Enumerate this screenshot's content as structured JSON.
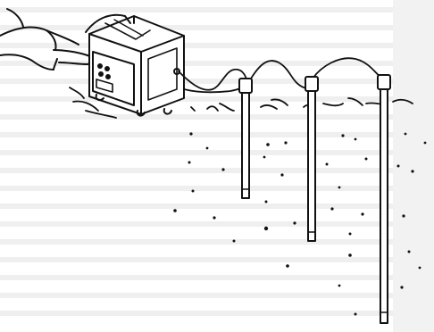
{
  "scene": {
    "subject": "soil-moisture-meter-with-probes",
    "colors": {
      "background": "#ffffff",
      "paper_stripe": "#ececec",
      "ink": "#111111",
      "probe_fill": "#ffffff"
    },
    "probe_count": 3,
    "keypad_button_count": 4
  }
}
